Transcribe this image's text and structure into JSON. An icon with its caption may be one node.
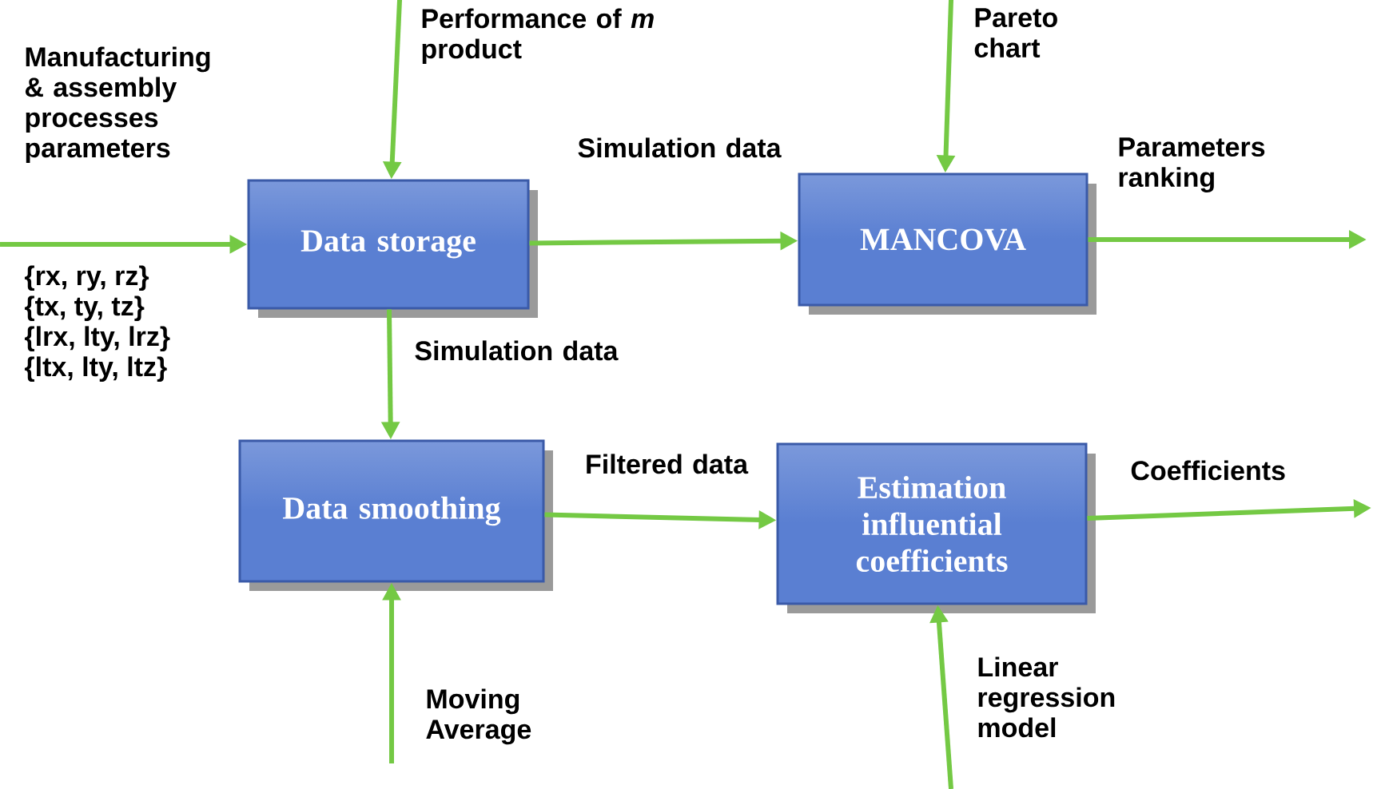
{
  "diagram": {
    "nodes": [
      {
        "text": [
          "Data storage"
        ]
      },
      {
        "text": [
          "MANCOVA"
        ]
      },
      {
        "text": [
          "Data smoothing"
        ]
      },
      {
        "text": [
          "Estimation influential coefficients"
        ]
      }
    ],
    "edges": [
      {
        "from": null,
        "to": 0,
        "arrow": "to",
        "label": "Manufacturing & assembly processes parameters"
      },
      {
        "from": null,
        "to": 0,
        "arrow": "to",
        "label": "Performance of *m* product"
      },
      {
        "from": 0,
        "to": 1,
        "arrow": "to",
        "label": "Simulation data"
      },
      {
        "from": null,
        "to": 1,
        "arrow": "to",
        "label": "Pareto chart"
      },
      {
        "from": 1,
        "to": null,
        "arrow": "to",
        "label": "Parameters ranking"
      },
      {
        "from": 0,
        "to": 2,
        "arrow": "to",
        "label": "Simulation data"
      },
      {
        "from": 2,
        "to": 3,
        "arrow": "to",
        "label": "Filtered data"
      },
      {
        "from": null,
        "to": 2,
        "arrow": "to",
        "label": "Moving Average"
      },
      {
        "from": null,
        "to": 3,
        "arrow": "to",
        "label": "Linear regression model"
      },
      {
        "from": 3,
        "to": null,
        "arrow": "to",
        "label": "Coefficients"
      }
    ],
    "labels": [
      "{rx, ry, rz}",
      "{tx, ty, tz}",
      "{lrx, lty, lrz}",
      "{ltx, lty, ltz}"
    ]
  }
}
